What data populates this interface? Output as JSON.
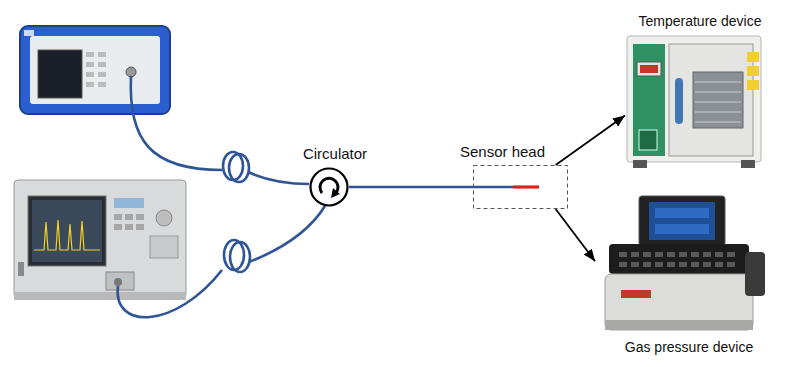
{
  "diagram": {
    "nodes": [
      {
        "text": [
          "Circulator"
        ]
      },
      {
        "text": [
          "Sensor head"
        ]
      },
      {
        "text": [
          "Temperature device"
        ]
      },
      {
        "text": [
          "Gas pressure device"
        ]
      }
    ],
    "edges": [
      {
        "from": 0,
        "to": 1,
        "arrow": "none"
      },
      {
        "from": 1,
        "to": 2,
        "arrow": "to"
      },
      {
        "from": 1,
        "to": 3,
        "arrow": "to"
      }
    ]
  }
}
